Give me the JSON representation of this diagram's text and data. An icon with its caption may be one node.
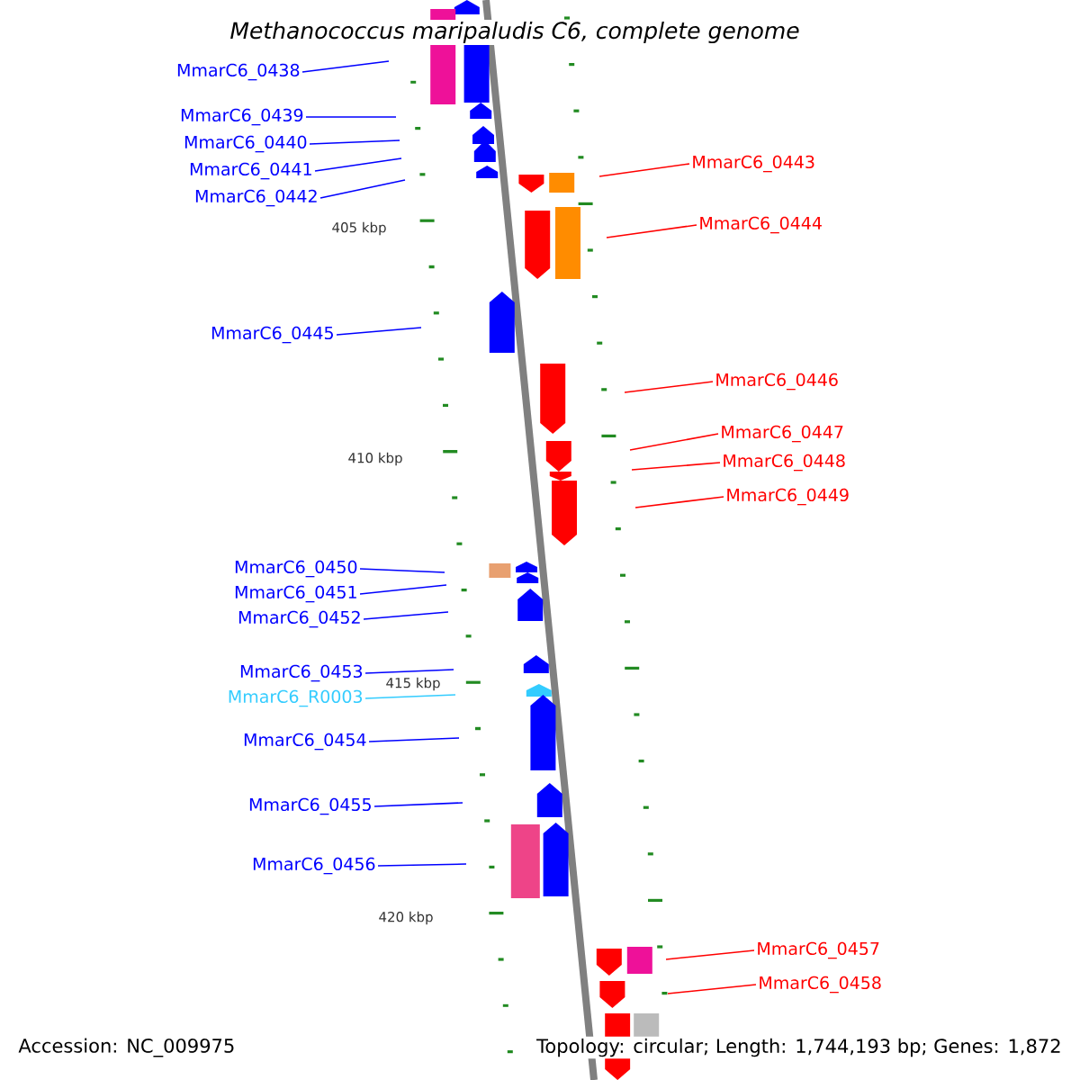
{
  "diagram": {
    "title": "Methanococcus maripaludis C6, complete genome",
    "nodes": [
      {
        "text": [
          "MmarC6_0438"
        ]
      },
      {
        "text": [
          "MmarC6_0439"
        ]
      },
      {
        "text": [
          "MmarC6_0440"
        ]
      },
      {
        "text": [
          "MmarC6_0441"
        ]
      },
      {
        "text": [
          "MmarC6_0442"
        ]
      },
      {
        "text": [
          "MmarC6_0443"
        ]
      },
      {
        "text": [
          "MmarC6_0444"
        ]
      },
      {
        "text": [
          "MmarC6_0445"
        ]
      },
      {
        "text": [
          "MmarC6_0446"
        ]
      },
      {
        "text": [
          "MmarC6_0447"
        ]
      },
      {
        "text": [
          "MmarC6_0448"
        ]
      },
      {
        "text": [
          "MmarC6_0449"
        ]
      },
      {
        "text": [
          "MmarC6_0450"
        ]
      },
      {
        "text": [
          "MmarC6_0451"
        ]
      },
      {
        "text": [
          "MmarC6_0452"
        ]
      },
      {
        "text": [
          "MmarC6_0453"
        ]
      },
      {
        "text": [
          "MmarC6_R0003"
        ]
      },
      {
        "text": [
          "MmarC6_0454"
        ]
      },
      {
        "text": [
          "MmarC6_0455"
        ]
      },
      {
        "text": [
          "MmarC6_0456"
        ]
      },
      {
        "text": [
          "MmarC6_0457"
        ]
      },
      {
        "text": [
          "MmarC6_0458"
        ]
      }
    ],
    "edges": [
      {
        "from": 0,
        "to": null,
        "arrow": "none"
      },
      {
        "from": 1,
        "to": null,
        "arrow": "none"
      },
      {
        "from": 2,
        "to": null,
        "arrow": "none"
      },
      {
        "from": 3,
        "to": null,
        "arrow": "none"
      },
      {
        "from": 4,
        "to": null,
        "arrow": "none"
      },
      {
        "from": 5,
        "to": null,
        "arrow": "none",
        "color": "#ff0000"
      },
      {
        "from": 6,
        "to": null,
        "arrow": "none",
        "color": "#ff0000"
      },
      {
        "from": 7,
        "to": null,
        "arrow": "none"
      },
      {
        "from": 8,
        "to": null,
        "arrow": "none",
        "color": "#ff0000"
      },
      {
        "from": 9,
        "to": null,
        "arrow": "none",
        "color": "#ff0000"
      },
      {
        "from": 10,
        "to": null,
        "arrow": "none",
        "color": "#ff0000"
      },
      {
        "from": 11,
        "to": null,
        "arrow": "none",
        "color": "#ff0000"
      },
      {
        "from": 12,
        "to": null,
        "arrow": "none"
      },
      {
        "from": 13,
        "to": null,
        "arrow": "none"
      },
      {
        "from": 14,
        "to": null,
        "arrow": "none"
      },
      {
        "from": 15,
        "to": null,
        "arrow": "none"
      },
      {
        "from": 16,
        "to": null,
        "arrow": "none",
        "color": "#33ccff"
      },
      {
        "from": 17,
        "to": null,
        "arrow": "none"
      },
      {
        "from": 18,
        "to": null,
        "arrow": "none"
      },
      {
        "from": 19,
        "to": null,
        "arrow": "none"
      },
      {
        "from": 20,
        "to": null,
        "arrow": "none",
        "color": "#ff0000"
      },
      {
        "from": 21,
        "to": null,
        "arrow": "none",
        "color": "#ff0000"
      }
    ],
    "labels": [
      "405 kbp",
      "410 kbp",
      "415 kbp",
      "420 kbp",
      "Accession: NC_009975",
      "Topology: circular; Length: 1,744,193 bp; Genes: 1,872"
    ]
  }
}
